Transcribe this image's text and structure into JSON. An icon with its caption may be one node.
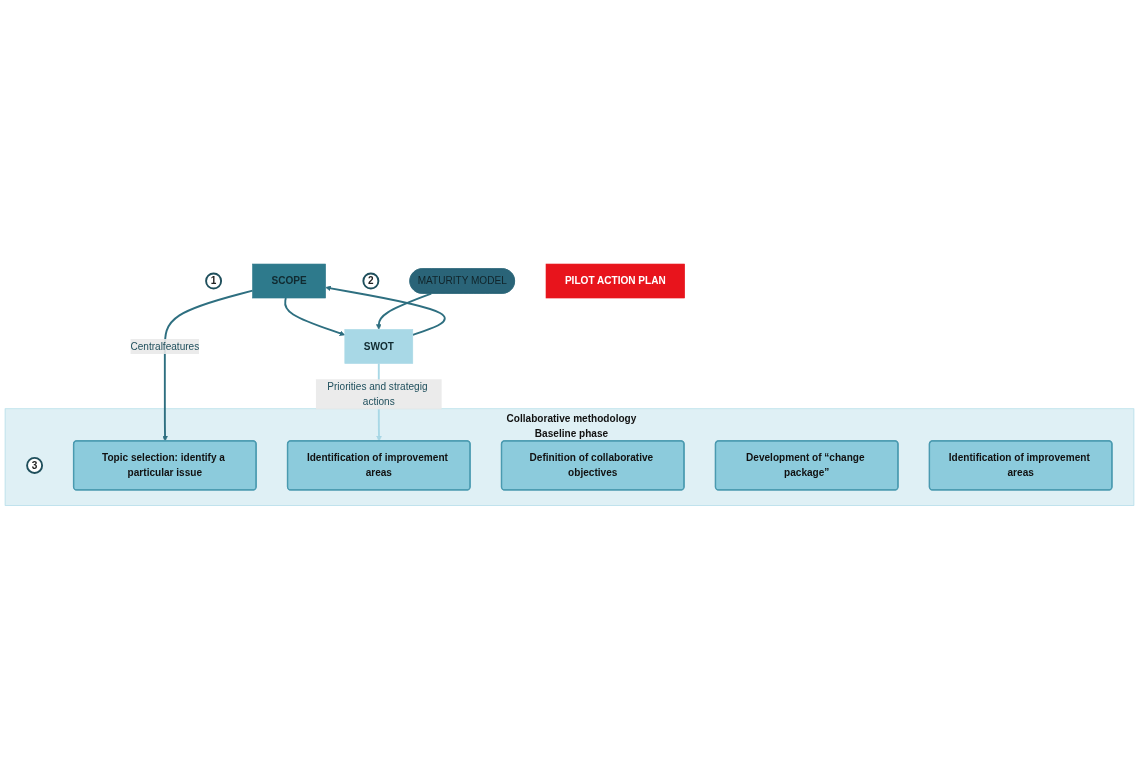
{
  "diagram": {
    "nodes": [
      {
        "text": [
          "1"
        ]
      },
      {
        "text": [
          "SCOPE"
        ]
      },
      {
        "text": [
          "2"
        ]
      },
      {
        "text": [
          "SWOT"
        ]
      },
      {
        "text": [
          "MATURITY MODEL"
        ]
      },
      {
        "text": [
          "Collaborative methodology",
          "Baseline phase"
        ]
      },
      {
        "text": [
          "3"
        ],
        "in": 5
      },
      {
        "text": [
          "Topic selection: identify a particular issue"
        ],
        "in": 5
      },
      {
        "text": [
          "Identification of improvement areas"
        ],
        "in": 5
      },
      {
        "text": [
          "Definition of collaborative objectives"
        ],
        "in": 5
      },
      {
        "text": [
          "Development of “change package”"
        ],
        "in": 5
      },
      {
        "text": [
          "Identification of improvement areas"
        ],
        "in": 5
      },
      {
        "text": [
          "PILOT ACTION PLAN"
        ]
      }
    ],
    "edges": [
      {
        "from": 1,
        "to": 3,
        "arrow": "to"
      },
      {
        "from": 3,
        "to": 1,
        "arrow": "to"
      },
      {
        "from": 4,
        "to": 3,
        "arrow": "to"
      },
      {
        "from": 1,
        "to": 7,
        "arrow": "to",
        "label": "Centralfeatures"
      },
      {
        "from": 3,
        "to": 8,
        "arrow": "to",
        "label": "Priorities and strategig actions",
        "color": "#a8d8e6"
      }
    ]
  }
}
